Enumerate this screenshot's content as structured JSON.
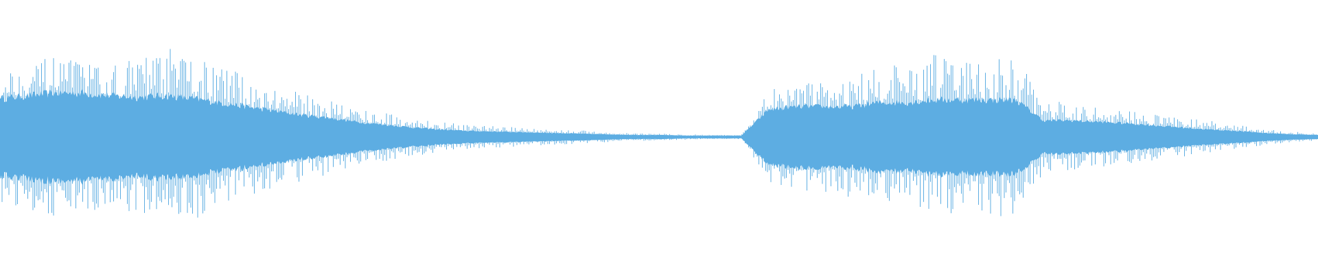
{
  "chart_data": {
    "type": "area",
    "title": "",
    "xlabel": "",
    "ylabel": "",
    "ylim": [
      -1,
      1
    ],
    "grid": false,
    "legend": "none",
    "color": "#5dade2",
    "background": "#ffffff",
    "series": [
      {
        "peak_amplitude": [
          0.48,
          0.55,
          0.58,
          0.55,
          0.52,
          0.58,
          0.65,
          0.62,
          0.52,
          0.45,
          0.38,
          0.32,
          0.28,
          0.22,
          0.18,
          0.14,
          0.11,
          0.09,
          0.08,
          0.07,
          0.06,
          0.05,
          0.04,
          0.03,
          0.025,
          0.02,
          0.015,
          0.015,
          0.35,
          0.38,
          0.42,
          0.45,
          0.5,
          0.55,
          0.6,
          0.58,
          0.6,
          0.58,
          0.28,
          0.25,
          0.22,
          0.2,
          0.17,
          0.15,
          0.12,
          0.09,
          0.06,
          0.04,
          0.025
        ],
        "rms_amplitude": [
          0.28,
          0.3,
          0.32,
          0.32,
          0.3,
          0.29,
          0.3,
          0.28,
          0.25,
          0.22,
          0.19,
          0.16,
          0.14,
          0.11,
          0.09,
          0.07,
          0.055,
          0.045,
          0.04,
          0.035,
          0.03,
          0.025,
          0.02,
          0.015,
          0.015,
          0.01,
          0.01,
          0.01,
          0.2,
          0.22,
          0.22,
          0.22,
          0.25,
          0.25,
          0.27,
          0.27,
          0.27,
          0.27,
          0.12,
          0.12,
          0.11,
          0.1,
          0.085,
          0.07,
          0.055,
          0.045,
          0.03,
          0.02,
          0.015
        ]
      }
    ]
  }
}
